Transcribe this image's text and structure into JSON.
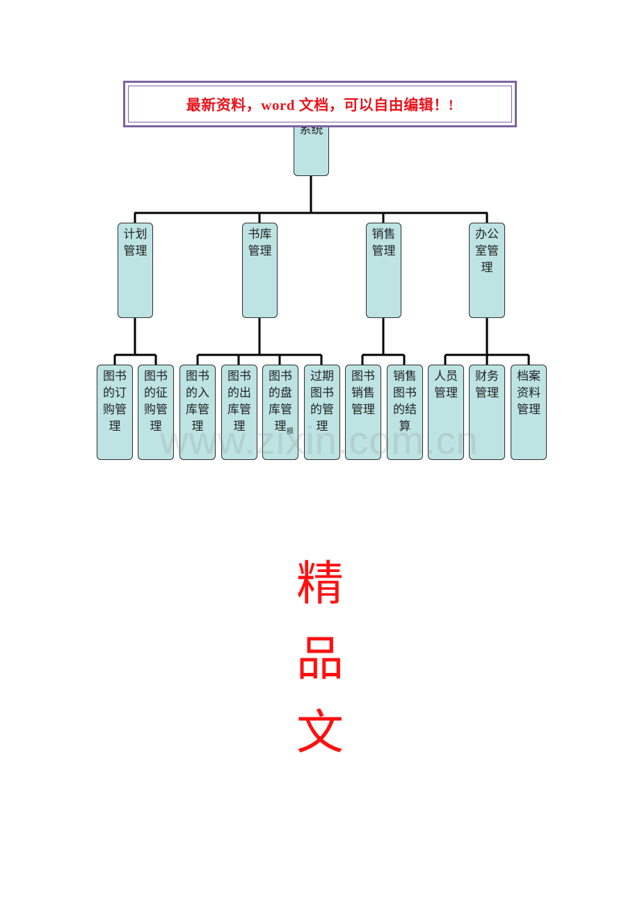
{
  "banner": {
    "text": "最新资料，word 文档，可以自由编辑！!"
  },
  "root": {
    "label": "系统"
  },
  "categories": [
    {
      "label": "计划管理",
      "children": [
        "图书的订购管理",
        "图书的征购管理"
      ]
    },
    {
      "label": "书库管理",
      "children": [
        "图书的入库管理",
        "图书的出库管理",
        "图书的盘库管理",
        "过期图书的管理"
      ]
    },
    {
      "label": "销售管理",
      "children": [
        "图书销售管理",
        "销售图书的结算"
      ]
    },
    {
      "label": "办公室管理",
      "children": [
        "人员管理",
        "财务管理",
        "档案资料管理"
      ]
    }
  ],
  "loss_note": "损",
  "watermark": "www.zixin.com.cn",
  "footer": {
    "chars": [
      "精",
      "品",
      "文"
    ]
  },
  "colors": {
    "box_fill": "#bde3e3",
    "banner_text": "#e8141c",
    "banner_border": "#7b62a0",
    "footer_text": "#ff1010"
  }
}
